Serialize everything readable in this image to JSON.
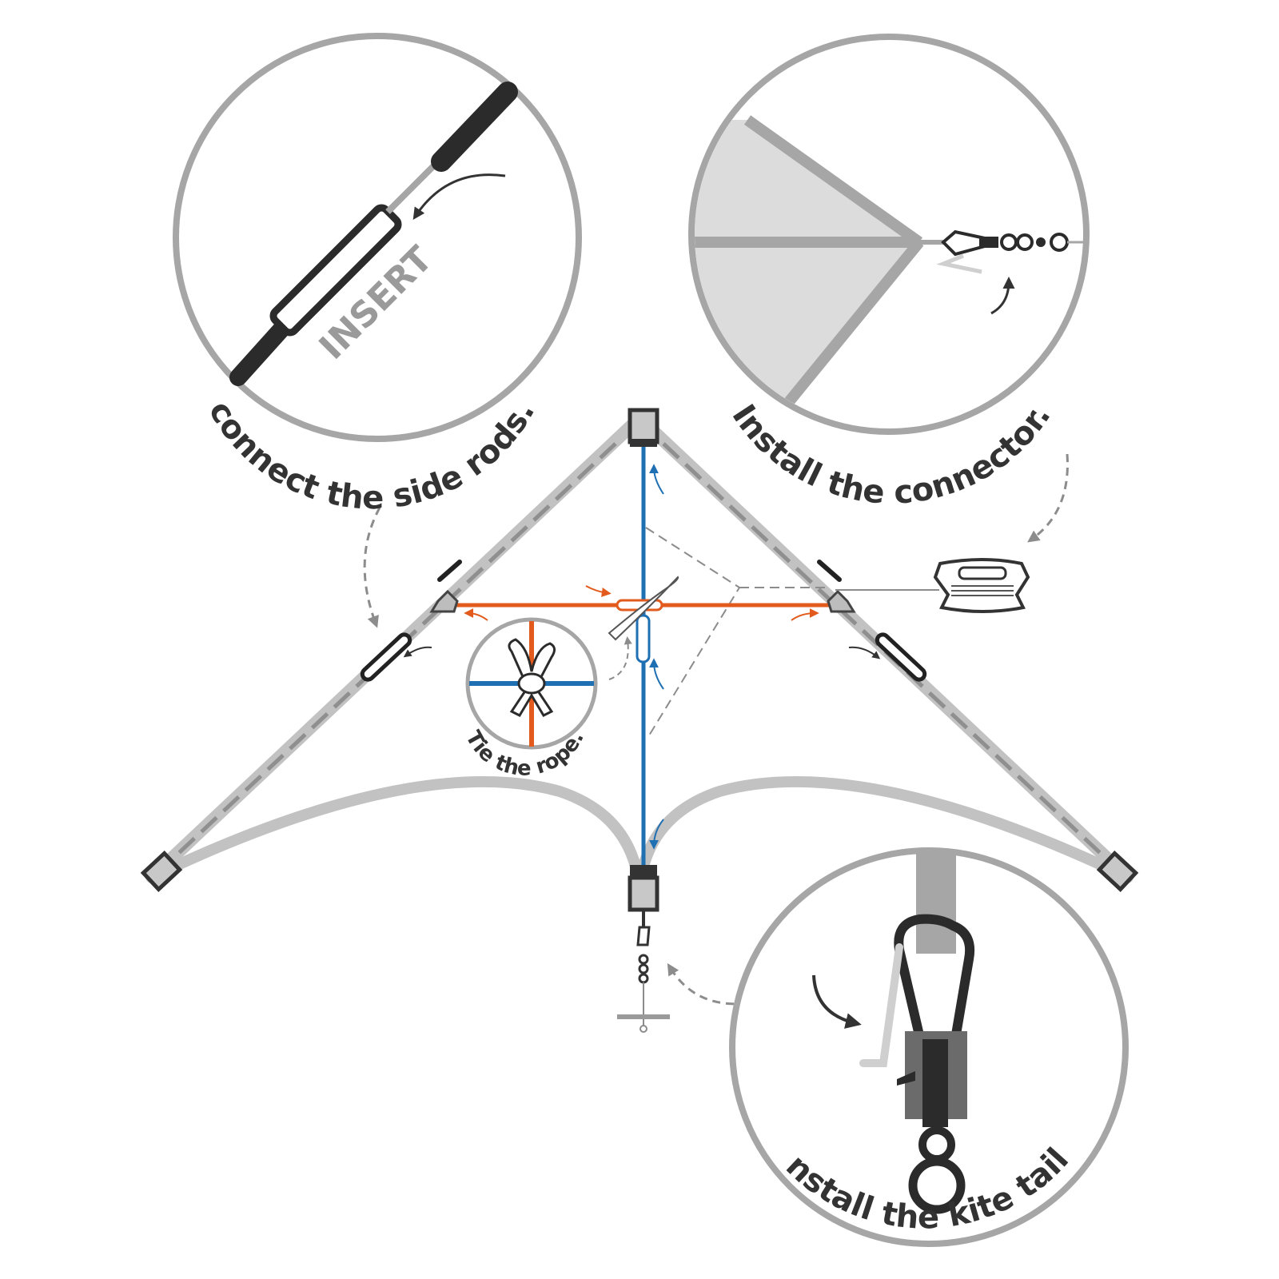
{
  "labels": {
    "connect_rods": "connect the side rods.",
    "insert": "INSERT",
    "install_connector": "Install the connector.",
    "tie_rope": "Tie the rope.",
    "install_tail": "Install the kite tail."
  },
  "colors": {
    "frame_gray": "#b3b3b3",
    "circle_gray": "#a6a6a6",
    "spine_blue": "#1f6fb3",
    "spar_orange": "#e25a1c",
    "dark": "#2b2b2b",
    "arrow_gray": "#8c8c8c",
    "sail_fill": "#dcdcdc"
  }
}
